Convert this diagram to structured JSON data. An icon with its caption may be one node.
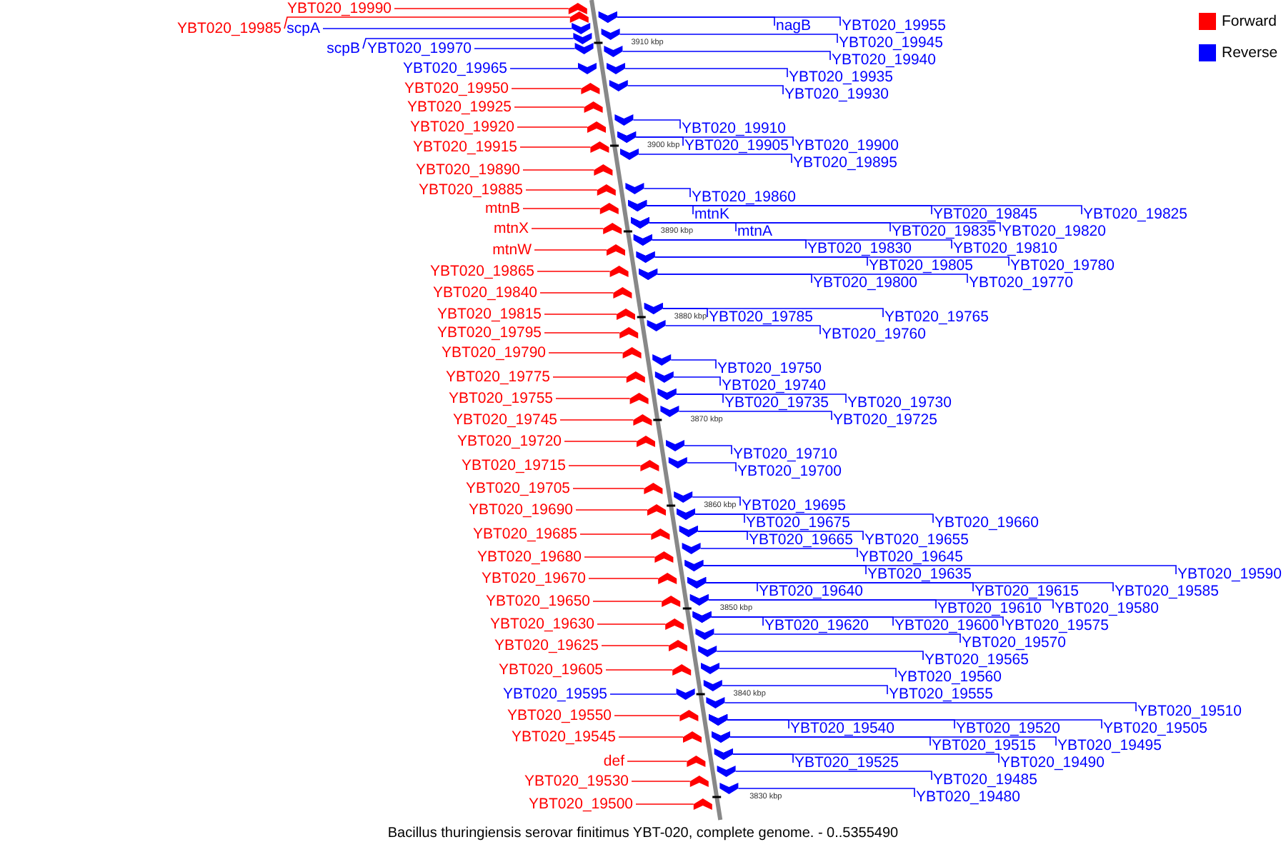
{
  "diagram": {
    "caption": "Bacillus thuringiensis serovar finitimus YBT-020, complete genome. - 0..5355490",
    "nodes": [
      {
        "text": [
          "YBT020_19990"
        ]
      },
      {
        "text": [
          "YBT020_19985"
        ]
      },
      {
        "text": [
          "scpA"
        ]
      },
      {
        "text": [
          "scpB"
        ]
      },
      {
        "text": [
          "YBT020_19970"
        ]
      },
      {
        "text": [
          "YBT020_19965"
        ]
      },
      {
        "text": [
          "YBT020_19950"
        ]
      },
      {
        "text": [
          "YBT020_19925"
        ]
      },
      {
        "text": [
          "YBT020_19920"
        ]
      },
      {
        "text": [
          "YBT020_19915"
        ]
      },
      {
        "text": [
          "YBT020_19890"
        ]
      },
      {
        "text": [
          "YBT020_19885"
        ]
      },
      {
        "text": [
          "mtnB"
        ]
      },
      {
        "text": [
          "mtnX"
        ]
      },
      {
        "text": [
          "mtnW"
        ]
      },
      {
        "text": [
          "YBT020_19865"
        ]
      },
      {
        "text": [
          "YBT020_19840"
        ]
      },
      {
        "text": [
          "YBT020_19815"
        ]
      },
      {
        "text": [
          "YBT020_19795"
        ]
      },
      {
        "text": [
          "YBT020_19790"
        ]
      },
      {
        "text": [
          "YBT020_19775"
        ]
      },
      {
        "text": [
          "YBT020_19755"
        ]
      },
      {
        "text": [
          "YBT020_19745"
        ]
      },
      {
        "text": [
          "YBT020_19720"
        ]
      },
      {
        "text": [
          "YBT020_19715"
        ]
      },
      {
        "text": [
          "YBT020_19705"
        ]
      },
      {
        "text": [
          "YBT020_19690"
        ]
      },
      {
        "text": [
          "YBT020_19685"
        ]
      },
      {
        "text": [
          "YBT020_19680"
        ]
      },
      {
        "text": [
          "YBT020_19670"
        ]
      },
      {
        "text": [
          "YBT020_19650"
        ]
      },
      {
        "text": [
          "YBT020_19630"
        ]
      },
      {
        "text": [
          "YBT020_19625"
        ]
      },
      {
        "text": [
          "YBT020_19605"
        ]
      },
      {
        "text": [
          "YBT020_19595"
        ]
      },
      {
        "text": [
          "YBT020_19550"
        ]
      },
      {
        "text": [
          "YBT020_19545"
        ]
      },
      {
        "text": [
          "def"
        ]
      },
      {
        "text": [
          "YBT020_19530"
        ]
      },
      {
        "text": [
          "YBT020_19500"
        ]
      },
      {
        "text": [
          "nagB"
        ]
      },
      {
        "text": [
          "YBT020_19955"
        ]
      },
      {
        "text": [
          "YBT020_19945"
        ]
      },
      {
        "text": [
          "YBT020_19940"
        ]
      },
      {
        "text": [
          "YBT020_19935"
        ]
      },
      {
        "text": [
          "YBT020_19930"
        ]
      },
      {
        "text": [
          "YBT020_19910"
        ]
      },
      {
        "text": [
          "YBT020_19905"
        ]
      },
      {
        "text": [
          "YBT020_19900"
        ]
      },
      {
        "text": [
          "YBT020_19895"
        ]
      },
      {
        "text": [
          "YBT020_19860"
        ]
      },
      {
        "text": [
          "mtnK"
        ]
      },
      {
        "text": [
          "YBT020_19845"
        ]
      },
      {
        "text": [
          "YBT020_19825"
        ]
      },
      {
        "text": [
          "mtnA"
        ]
      },
      {
        "text": [
          "YBT020_19835"
        ]
      },
      {
        "text": [
          "YBT020_19820"
        ]
      },
      {
        "text": [
          "YBT020_19830"
        ]
      },
      {
        "text": [
          "YBT020_19810"
        ]
      },
      {
        "text": [
          "YBT020_19805"
        ]
      },
      {
        "text": [
          "YBT020_19780"
        ]
      },
      {
        "text": [
          "YBT020_19800"
        ]
      },
      {
        "text": [
          "YBT020_19770"
        ]
      },
      {
        "text": [
          "YBT020_19785"
        ]
      },
      {
        "text": [
          "YBT020_19765"
        ]
      },
      {
        "text": [
          "YBT020_19760"
        ]
      },
      {
        "text": [
          "YBT020_19750"
        ]
      },
      {
        "text": [
          "YBT020_19740"
        ]
      },
      {
        "text": [
          "YBT020_19735"
        ]
      },
      {
        "text": [
          "YBT020_19730"
        ]
      },
      {
        "text": [
          "YBT020_19725"
        ]
      },
      {
        "text": [
          "YBT020_19710"
        ]
      },
      {
        "text": [
          "YBT020_19700"
        ]
      },
      {
        "text": [
          "YBT020_19695"
        ]
      },
      {
        "text": [
          "YBT020_19675"
        ]
      },
      {
        "text": [
          "YBT020_19660"
        ]
      },
      {
        "text": [
          "YBT020_19665"
        ]
      },
      {
        "text": [
          "YBT020_19655"
        ]
      },
      {
        "text": [
          "YBT020_19645"
        ]
      },
      {
        "text": [
          "YBT020_19635"
        ]
      },
      {
        "text": [
          "YBT020_19590"
        ]
      },
      {
        "text": [
          "YBT020_19640"
        ]
      },
      {
        "text": [
          "YBT020_19615"
        ]
      },
      {
        "text": [
          "YBT020_19585"
        ]
      },
      {
        "text": [
          "YBT020_19610"
        ]
      },
      {
        "text": [
          "YBT020_19580"
        ]
      },
      {
        "text": [
          "YBT020_19620"
        ]
      },
      {
        "text": [
          "YBT020_19600"
        ]
      },
      {
        "text": [
          "YBT020_19575"
        ]
      },
      {
        "text": [
          "YBT020_19570"
        ]
      },
      {
        "text": [
          "YBT020_19565"
        ]
      },
      {
        "text": [
          "YBT020_19560"
        ]
      },
      {
        "text": [
          "YBT020_19555"
        ]
      },
      {
        "text": [
          "YBT020_19510"
        ]
      },
      {
        "text": [
          "YBT020_19540"
        ]
      },
      {
        "text": [
          "YBT020_19520"
        ]
      },
      {
        "text": [
          "YBT020_19505"
        ]
      },
      {
        "text": [
          "YBT020_19515"
        ]
      },
      {
        "text": [
          "YBT020_19495"
        ]
      },
      {
        "text": [
          "YBT020_19525"
        ]
      },
      {
        "text": [
          "YBT020_19490"
        ]
      },
      {
        "text": [
          "YBT020_19485"
        ]
      },
      {
        "text": [
          "YBT020_19480"
        ]
      },
      {
        "text": [],
        "shape": "arrow"
      },
      {
        "text": [],
        "shape": "arrow"
      },
      {
        "text": [],
        "shape": "arrow"
      },
      {
        "text": [],
        "shape": "arrow"
      },
      {
        "text": [],
        "shape": "arrow"
      },
      {
        "text": [],
        "shape": "arrow"
      },
      {
        "text": [],
        "shape": "arrow"
      },
      {
        "text": [],
        "shape": "arrow"
      },
      {
        "text": [],
        "shape": "arrow"
      },
      {
        "text": [],
        "shape": "arrow"
      },
      {
        "text": [],
        "shape": "arrow"
      },
      {
        "text": [],
        "shape": "arrow"
      },
      {
        "text": [],
        "shape": "arrow"
      },
      {
        "text": [],
        "shape": "arrow"
      },
      {
        "text": [],
        "shape": "arrow"
      },
      {
        "text": [],
        "shape": "arrow"
      },
      {
        "text": [],
        "shape": "arrow"
      },
      {
        "text": [],
        "shape": "arrow"
      },
      {
        "text": [],
        "shape": "arrow"
      },
      {
        "text": [],
        "shape": "arrow"
      },
      {
        "text": [],
        "shape": "arrow"
      },
      {
        "text": [],
        "shape": "arrow"
      },
      {
        "text": [],
        "shape": "arrow"
      },
      {
        "text": [],
        "shape": "arrow"
      },
      {
        "text": [],
        "shape": "arrow"
      },
      {
        "text": [],
        "shape": "arrow"
      },
      {
        "text": [],
        "shape": "arrow"
      },
      {
        "text": [],
        "shape": "arrow"
      },
      {
        "text": [],
        "shape": "arrow"
      },
      {
        "text": [],
        "shape": "arrow"
      },
      {
        "text": [],
        "shape": "arrow"
      },
      {
        "text": [],
        "shape": "arrow"
      },
      {
        "text": [],
        "shape": "arrow"
      },
      {
        "text": [],
        "shape": "arrow"
      },
      {
        "text": [],
        "shape": "arrow"
      },
      {
        "text": [],
        "shape": "arrow"
      },
      {
        "text": [],
        "shape": "arrow"
      },
      {
        "text": [],
        "shape": "arrow"
      },
      {
        "text": [],
        "shape": "arrow"
      },
      {
        "text": [],
        "shape": "arrow"
      },
      {
        "text": [],
        "shape": "arrow"
      },
      {
        "text": [],
        "shape": "arrow"
      },
      {
        "text": [],
        "shape": "arrow"
      },
      {
        "text": [],
        "shape": "arrow"
      },
      {
        "text": [],
        "shape": "arrow"
      },
      {
        "text": [],
        "shape": "arrow"
      },
      {
        "text": [],
        "shape": "arrow"
      },
      {
        "text": [],
        "shape": "arrow"
      },
      {
        "text": [],
        "shape": "arrow"
      },
      {
        "text": [],
        "shape": "arrow"
      },
      {
        "text": [],
        "shape": "arrow"
      },
      {
        "text": [],
        "shape": "arrow"
      },
      {
        "text": [],
        "shape": "arrow"
      },
      {
        "text": [],
        "shape": "arrow"
      },
      {
        "text": [],
        "shape": "arrow"
      },
      {
        "text": [],
        "shape": "arrow"
      },
      {
        "text": [],
        "shape": "arrow"
      },
      {
        "text": [],
        "shape": "arrow"
      },
      {
        "text": [],
        "shape": "arrow"
      },
      {
        "text": [],
        "shape": "arrow"
      },
      {
        "text": [],
        "shape": "arrow"
      },
      {
        "text": [],
        "shape": "arrow"
      },
      {
        "text": [],
        "shape": "arrow"
      },
      {
        "text": [],
        "shape": "arrow"
      },
      {
        "text": [],
        "shape": "arrow"
      },
      {
        "text": [],
        "shape": "arrow"
      },
      {
        "text": [],
        "shape": "arrow"
      },
      {
        "text": [],
        "shape": "arrow"
      },
      {
        "text": [],
        "shape": "arrow"
      },
      {
        "text": [],
        "shape": "arrow"
      },
      {
        "text": [],
        "shape": "arrow"
      },
      {
        "text": [],
        "shape": "arrow"
      },
      {
        "text": [],
        "shape": "arrow"
      },
      {
        "text": [],
        "shape": "arrow"
      },
      {
        "text": [],
        "shape": "arrow"
      },
      {
        "text": [],
        "shape": "arrow"
      },
      {
        "text": [],
        "shape": "arrow"
      },
      {
        "text": [],
        "shape": "arrow"
      },
      {
        "text": [],
        "shape": "arrow"
      },
      {
        "text": [],
        "shape": "arrow"
      },
      {
        "text": [],
        "shape": "arrow"
      },
      {
        "text": [],
        "shape": "arrow"
      },
      {
        "text": [],
        "shape": "arrow"
      },
      {
        "text": [],
        "shape": "arrow"
      },
      {
        "text": [],
        "shape": "arrow"
      },
      {
        "text": [],
        "shape": "arrow"
      },
      {
        "text": [],
        "shape": "arrow"
      },
      {
        "text": [],
        "shape": "arrow"
      },
      {
        "text": [],
        "shape": "arrow"
      },
      {
        "text": [],
        "shape": "arrow"
      },
      {
        "text": [],
        "shape": "arrow"
      },
      {
        "text": [],
        "shape": "arrow"
      },
      {
        "text": [],
        "shape": "arrow"
      },
      {
        "text": [],
        "shape": "arrow"
      },
      {
        "text": [],
        "shape": "arrow"
      },
      {
        "text": [],
        "shape": "arrow"
      },
      {
        "text": [],
        "shape": "arrow"
      },
      {
        "text": [],
        "shape": "arrow"
      },
      {
        "text": [],
        "shape": "arrow"
      },
      {
        "text": [],
        "shape": "arrow"
      },
      {
        "text": [],
        "shape": "arrow"
      },
      {
        "text": [],
        "shape": "arrow"
      },
      {
        "text": [],
        "shape": "arrow"
      }
    ],
    "edges": [
      {
        "from": 0,
        "to": 103,
        "arrow": "none",
        "color": "#ff0000"
      },
      {
        "from": 1,
        "to": 104,
        "arrow": "none",
        "color": "#ff0000"
      },
      {
        "from": 2,
        "to": 105,
        "arrow": "none",
        "color": "#0000ff"
      },
      {
        "from": 3,
        "to": 106,
        "arrow": "none",
        "color": "#0000ff"
      },
      {
        "from": 4,
        "to": 107,
        "arrow": "none",
        "color": "#0000ff"
      },
      {
        "from": 5,
        "to": 108,
        "arrow": "none",
        "color": "#0000ff"
      },
      {
        "from": 6,
        "to": 109,
        "arrow": "none",
        "color": "#ff0000"
      },
      {
        "from": 7,
        "to": 110,
        "arrow": "none",
        "color": "#ff0000"
      },
      {
        "from": 8,
        "to": 111,
        "arrow": "none",
        "color": "#ff0000"
      },
      {
        "from": 9,
        "to": 112,
        "arrow": "none",
        "color": "#ff0000"
      },
      {
        "from": 10,
        "to": 113,
        "arrow": "none",
        "color": "#ff0000"
      },
      {
        "from": 11,
        "to": 114,
        "arrow": "none",
        "color": "#ff0000"
      },
      {
        "from": 12,
        "to": 115,
        "arrow": "none",
        "color": "#ff0000"
      },
      {
        "from": 13,
        "to": 116,
        "arrow": "none",
        "color": "#ff0000"
      },
      {
        "from": 14,
        "to": 117,
        "arrow": "none",
        "color": "#ff0000"
      },
      {
        "from": 15,
        "to": 118,
        "arrow": "none",
        "color": "#ff0000"
      },
      {
        "from": 16,
        "to": 119,
        "arrow": "none",
        "color": "#ff0000"
      },
      {
        "from": 17,
        "to": 120,
        "arrow": "none",
        "color": "#ff0000"
      },
      {
        "from": 18,
        "to": 121,
        "arrow": "none",
        "color": "#ff0000"
      },
      {
        "from": 19,
        "to": 122,
        "arrow": "none",
        "color": "#ff0000"
      },
      {
        "from": 20,
        "to": 123,
        "arrow": "none",
        "color": "#ff0000"
      },
      {
        "from": 21,
        "to": 124,
        "arrow": "none",
        "color": "#ff0000"
      },
      {
        "from": 22,
        "to": 125,
        "arrow": "none",
        "color": "#ff0000"
      },
      {
        "from": 23,
        "to": 126,
        "arrow": "none",
        "color": "#ff0000"
      },
      {
        "from": 24,
        "to": 127,
        "arrow": "none",
        "color": "#ff0000"
      },
      {
        "from": 25,
        "to": 128,
        "arrow": "none",
        "color": "#ff0000"
      },
      {
        "from": 26,
        "to": 129,
        "arrow": "none",
        "color": "#ff0000"
      },
      {
        "from": 27,
        "to": 130,
        "arrow": "none",
        "color": "#ff0000"
      },
      {
        "from": 28,
        "to": 131,
        "arrow": "none",
        "color": "#ff0000"
      },
      {
        "from": 29,
        "to": 132,
        "arrow": "none",
        "color": "#ff0000"
      },
      {
        "from": 30,
        "to": 133,
        "arrow": "none",
        "color": "#ff0000"
      },
      {
        "from": 31,
        "to": 134,
        "arrow": "none",
        "color": "#ff0000"
      },
      {
        "from": 32,
        "to": 135,
        "arrow": "none",
        "color": "#ff0000"
      },
      {
        "from": 33,
        "to": 136,
        "arrow": "none",
        "color": "#ff0000"
      },
      {
        "from": 34,
        "to": 137,
        "arrow": "none",
        "color": "#0000ff"
      },
      {
        "from": 35,
        "to": 138,
        "arrow": "none",
        "color": "#ff0000"
      },
      {
        "from": 36,
        "to": 139,
        "arrow": "none",
        "color": "#ff0000"
      },
      {
        "from": 37,
        "to": 140,
        "arrow": "none",
        "color": "#ff0000"
      },
      {
        "from": 38,
        "to": 141,
        "arrow": "none",
        "color": "#ff0000"
      },
      {
        "from": 39,
        "to": 142,
        "arrow": "none",
        "color": "#ff0000"
      },
      {
        "from": 40,
        "to": 143,
        "arrow": "none",
        "color": "#0000ff"
      },
      {
        "from": 41,
        "to": 144,
        "arrow": "none",
        "color": "#0000ff"
      },
      {
        "from": 42,
        "to": 145,
        "arrow": "none",
        "color": "#0000ff"
      },
      {
        "from": 43,
        "to": 146,
        "arrow": "none",
        "color": "#0000ff"
      },
      {
        "from": 44,
        "to": 147,
        "arrow": "none",
        "color": "#0000ff"
      },
      {
        "from": 45,
        "to": 148,
        "arrow": "none",
        "color": "#0000ff"
      },
      {
        "from": 46,
        "to": 149,
        "arrow": "none",
        "color": "#0000ff"
      },
      {
        "from": 47,
        "to": 150,
        "arrow": "none",
        "color": "#0000ff"
      },
      {
        "from": 48,
        "to": 151,
        "arrow": "none",
        "color": "#0000ff"
      },
      {
        "from": 49,
        "to": 152,
        "arrow": "none",
        "color": "#0000ff"
      },
      {
        "from": 50,
        "to": 153,
        "arrow": "none",
        "color": "#0000ff"
      },
      {
        "from": 51,
        "to": 154,
        "arrow": "none",
        "color": "#0000ff"
      },
      {
        "from": 52,
        "to": 155,
        "arrow": "none",
        "color": "#0000ff"
      },
      {
        "from": 53,
        "to": 156,
        "arrow": "none",
        "color": "#0000ff"
      },
      {
        "from": 54,
        "to": 157,
        "arrow": "none",
        "color": "#0000ff"
      },
      {
        "from": 55,
        "to": 158,
        "arrow": "none",
        "color": "#0000ff"
      },
      {
        "from": 56,
        "to": 159,
        "arrow": "none",
        "color": "#0000ff"
      },
      {
        "from": 57,
        "to": 160,
        "arrow": "none",
        "color": "#0000ff"
      },
      {
        "from": 58,
        "to": 161,
        "arrow": "none",
        "color": "#0000ff"
      },
      {
        "from": 59,
        "to": 162,
        "arrow": "none",
        "color": "#0000ff"
      },
      {
        "from": 60,
        "to": 163,
        "arrow": "none",
        "color": "#0000ff"
      },
      {
        "from": 61,
        "to": 164,
        "arrow": "none",
        "color": "#0000ff"
      },
      {
        "from": 62,
        "to": 165,
        "arrow": "none",
        "color": "#0000ff"
      },
      {
        "from": 63,
        "to": 166,
        "arrow": "none",
        "color": "#0000ff"
      },
      {
        "from": 64,
        "to": 167,
        "arrow": "none",
        "color": "#0000ff"
      },
      {
        "from": 65,
        "to": 168,
        "arrow": "none",
        "color": "#0000ff"
      },
      {
        "from": 66,
        "to": 169,
        "arrow": "none",
        "color": "#0000ff"
      },
      {
        "from": 67,
        "to": 170,
        "arrow": "none",
        "color": "#0000ff"
      },
      {
        "from": 68,
        "to": 171,
        "arrow": "none",
        "color": "#0000ff"
      },
      {
        "from": 69,
        "to": 172,
        "arrow": "none",
        "color": "#0000ff"
      },
      {
        "from": 70,
        "to": 173,
        "arrow": "none",
        "color": "#0000ff"
      },
      {
        "from": 71,
        "to": 174,
        "arrow": "none",
        "color": "#0000ff"
      },
      {
        "from": 72,
        "to": 175,
        "arrow": "none",
        "color": "#0000ff"
      },
      {
        "from": 73,
        "to": 176,
        "arrow": "none",
        "color": "#0000ff"
      },
      {
        "from": 74,
        "to": 177,
        "arrow": "none",
        "color": "#0000ff"
      },
      {
        "from": 75,
        "to": 178,
        "arrow": "none",
        "color": "#0000ff"
      },
      {
        "from": 76,
        "to": 179,
        "arrow": "none",
        "color": "#0000ff"
      },
      {
        "from": 77,
        "to": 180,
        "arrow": "none",
        "color": "#0000ff"
      },
      {
        "from": 78,
        "to": 181,
        "arrow": "none",
        "color": "#0000ff"
      },
      {
        "from": 79,
        "to": 182,
        "arrow": "none",
        "color": "#0000ff"
      },
      {
        "from": 80,
        "to": 183,
        "arrow": "none",
        "color": "#0000ff"
      },
      {
        "from": 81,
        "to": 184,
        "arrow": "none",
        "color": "#0000ff"
      },
      {
        "from": 82,
        "to": 185,
        "arrow": "none",
        "color": "#0000ff"
      },
      {
        "from": 83,
        "to": 186,
        "arrow": "none",
        "color": "#0000ff"
      },
      {
        "from": 84,
        "to": 187,
        "arrow": "none",
        "color": "#0000ff"
      },
      {
        "from": 85,
        "to": 188,
        "arrow": "none",
        "color": "#0000ff"
      },
      {
        "from": 86,
        "to": 189,
        "arrow": "none",
        "color": "#0000ff"
      },
      {
        "from": 87,
        "to": 190,
        "arrow": "none",
        "color": "#0000ff"
      },
      {
        "from": 88,
        "to": 191,
        "arrow": "none",
        "color": "#0000ff"
      },
      {
        "from": 89,
        "to": 192,
        "arrow": "none",
        "color": "#0000ff"
      },
      {
        "from": 90,
        "to": 193,
        "arrow": "none",
        "color": "#0000ff"
      },
      {
        "from": 91,
        "to": 194,
        "arrow": "none",
        "color": "#0000ff"
      },
      {
        "from": 92,
        "to": 195,
        "arrow": "none",
        "color": "#0000ff"
      },
      {
        "from": 93,
        "to": 196,
        "arrow": "none",
        "color": "#0000ff"
      },
      {
        "from": 94,
        "to": 197,
        "arrow": "none",
        "color": "#0000ff"
      },
      {
        "from": 95,
        "to": 198,
        "arrow": "none",
        "color": "#0000ff"
      },
      {
        "from": 96,
        "to": 199,
        "arrow": "none",
        "color": "#0000ff"
      },
      {
        "from": 97,
        "to": 200,
        "arrow": "none",
        "color": "#0000ff"
      },
      {
        "from": 98,
        "to": 201,
        "arrow": "none",
        "color": "#0000ff"
      },
      {
        "from": 99,
        "to": 202,
        "arrow": "none",
        "color": "#0000ff"
      },
      {
        "from": 100,
        "to": 203,
        "arrow": "none",
        "color": "#0000ff"
      },
      {
        "from": 101,
        "to": 204,
        "arrow": "none",
        "color": "#0000ff"
      },
      {
        "from": 102,
        "to": 205,
        "arrow": "none",
        "color": "#0000ff"
      }
    ],
    "labels": [
      "3910 kbp",
      "3900 kbp",
      "3890 kbp",
      "3880 kbp",
      "3870 kbp",
      "3860 kbp",
      "3850 kbp",
      "3840 kbp",
      "3830 kbp"
    ],
    "legend": [
      {
        "text": "Forward",
        "color": "#ff0000"
      },
      {
        "text": "Reverse",
        "color": "#0000ff"
      }
    ]
  }
}
